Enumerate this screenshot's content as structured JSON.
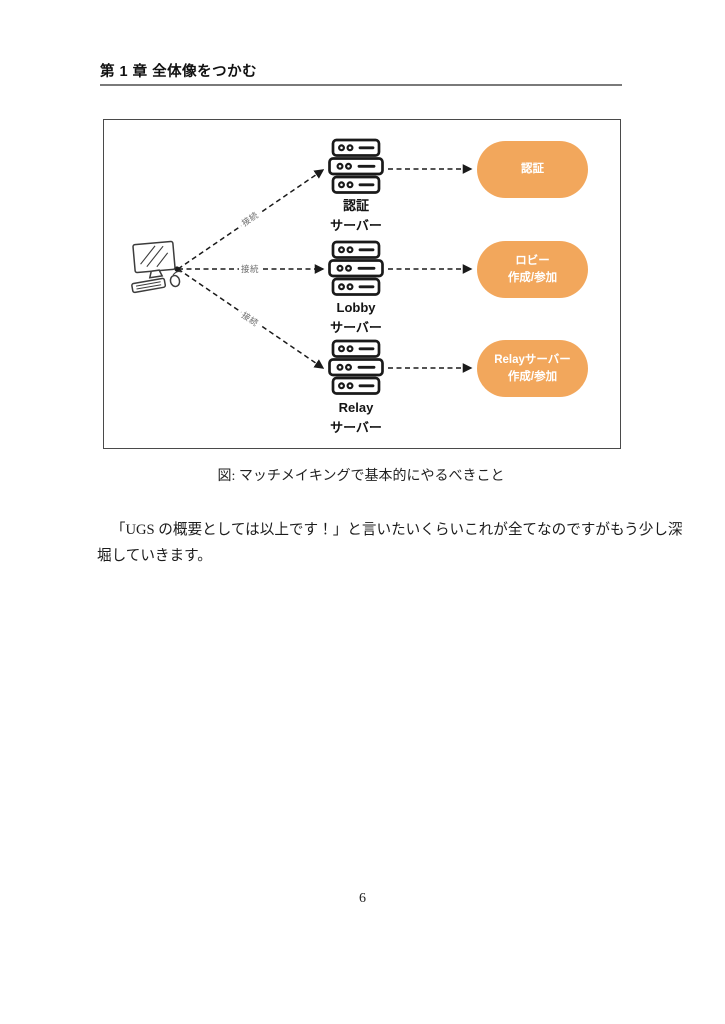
{
  "header": {
    "chapter_title": "第 1 章 全体像をつかむ"
  },
  "figure": {
    "caption": "図: マッチメイキングで基本的にやるべきこと",
    "connection_label": "接続",
    "accent_color": "#F2A75C",
    "client_icon": "desktop-computer",
    "server_icon": "server-rack",
    "rows": [
      {
        "server_name": "認証",
        "server_type": "サーバー",
        "action_line1": "認証",
        "action_line2": ""
      },
      {
        "server_name": "Lobby",
        "server_type": "サーバー",
        "action_line1": "ロビー",
        "action_line2": "作成/参加"
      },
      {
        "server_name": "Relay",
        "server_type": "サーバー",
        "action_line1": "Relayサーバー",
        "action_line2": "作成/参加"
      }
    ]
  },
  "body": {
    "line1": "「UGS の概要としては以上です！」と言いたいくらいこれが全てなのですがもう少し深",
    "line2": "堀していきます。"
  },
  "footer": {
    "page_number": "6"
  }
}
